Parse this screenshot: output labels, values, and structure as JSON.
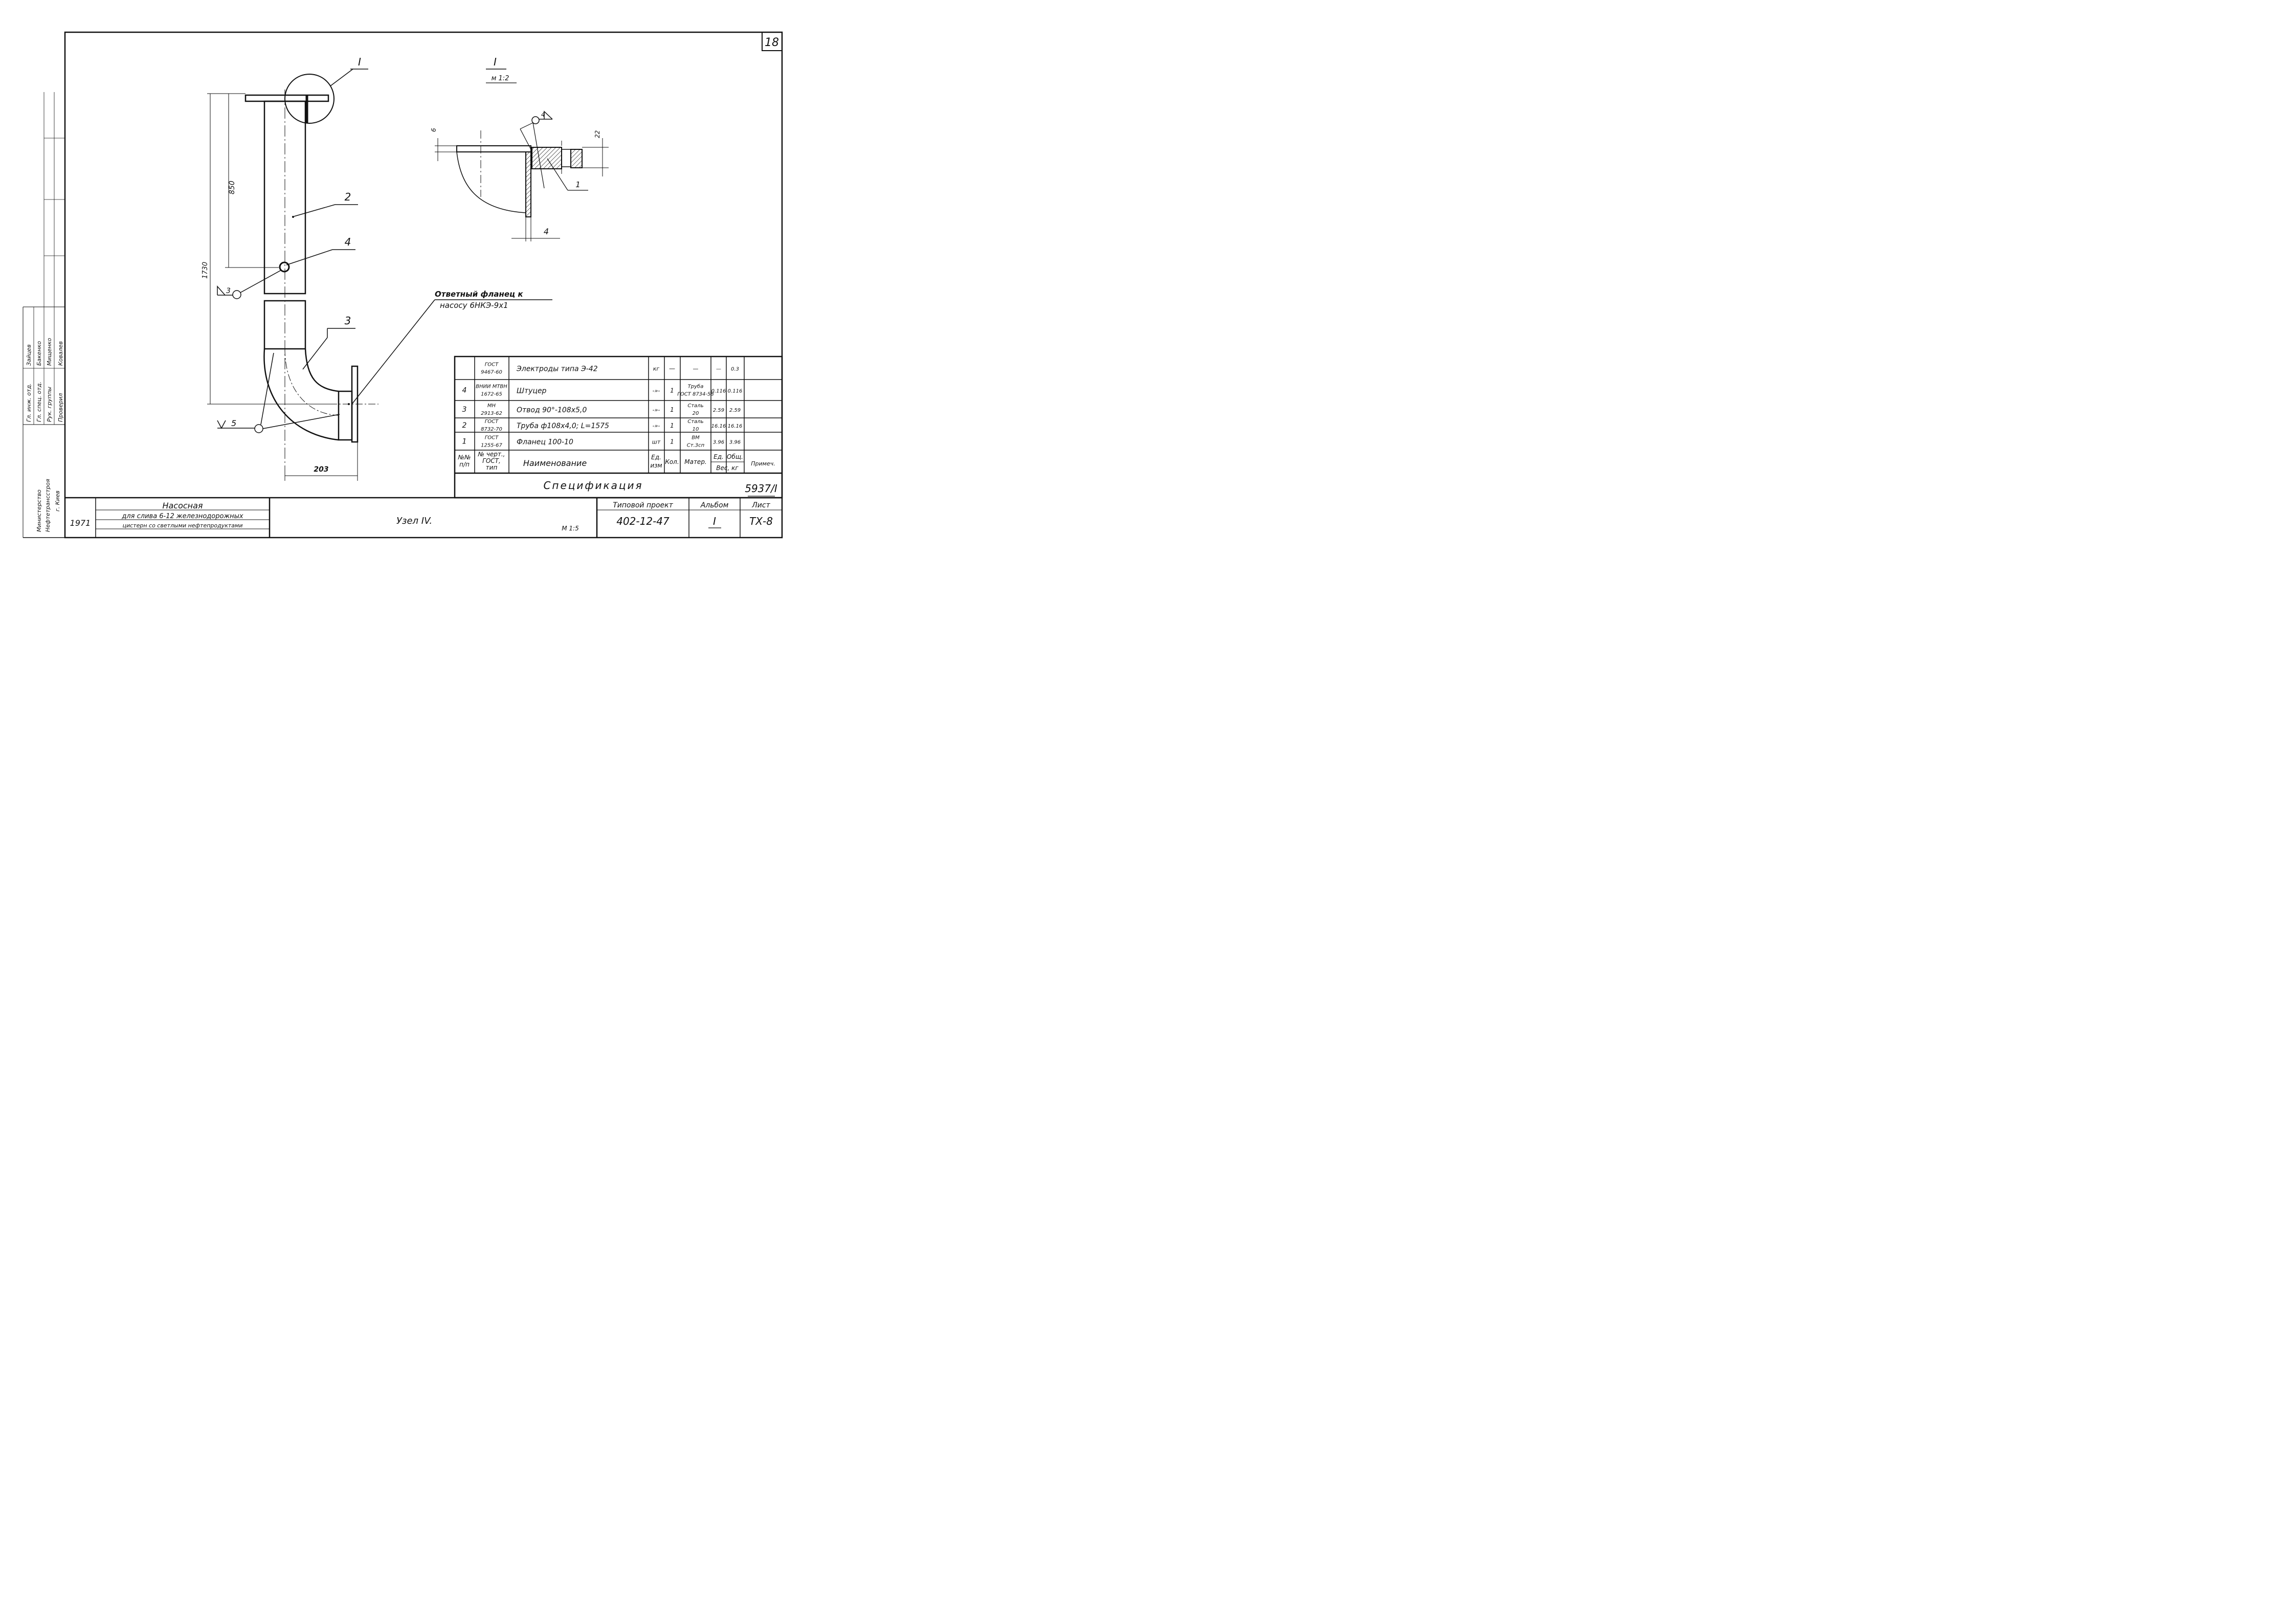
{
  "sheet_number": "18",
  "detail_callout": {
    "label": "I",
    "scale": "м 1:2"
  },
  "main_view": {
    "overall_dim": "1730",
    "upper_dim": "850",
    "width_dim": "203",
    "positions": [
      "2",
      "4",
      "3"
    ],
    "weld_top": "3",
    "weld_bottom": "5",
    "mating_flange_note": [
      "Ответный фланец к",
      "насосу 6НКЭ-9х1"
    ]
  },
  "detail_view": {
    "dim_thickness": "6",
    "dim_height": "22",
    "dim_bottom": "4",
    "weld_symbol": "4",
    "position": "1"
  },
  "spec_table": {
    "title": "Спецификация",
    "doc_code": "5937/I",
    "rows": [
      {
        "pos": "",
        "std": [
          "ГОСТ",
          "9467-60"
        ],
        "name": "Электроды типа Э-42",
        "unit": "кг",
        "qty": "—",
        "material": [
          "—"
        ],
        "mass_unit": "—",
        "mass_total": "0.3",
        "note": ""
      },
      {
        "pos": "4",
        "std": [
          "ВНИИ МТВН",
          "1672-65"
        ],
        "name": "Штуцер",
        "unit": "-»-",
        "qty": "1",
        "material": [
          "Труба",
          "ГОСТ 8734-58"
        ],
        "mass_unit": "0.116",
        "mass_total": "0.116",
        "note": ""
      },
      {
        "pos": "3",
        "std": [
          "МН",
          "2913-62"
        ],
        "name": "Отвод 90°-108х5,0",
        "unit": "-»-",
        "qty": "1",
        "material": [
          "Сталь",
          "20"
        ],
        "mass_unit": "2.59",
        "mass_total": "2.59",
        "note": ""
      },
      {
        "pos": "2",
        "std": [
          "ГОСТ",
          "8732-70"
        ],
        "name": "Труба ф108х4,0; L=1575",
        "unit": "-»-",
        "qty": "1",
        "material": [
          "Сталь",
          "10"
        ],
        "mass_unit": "16.16",
        "mass_total": "16.16",
        "note": ""
      },
      {
        "pos": "1",
        "std": [
          "ГОСТ",
          "1255-67"
        ],
        "name": "Фланец 100-10",
        "unit": "шт",
        "qty": "1",
        "material": [
          "ВМ",
          "Ст.3сп"
        ],
        "mass_unit": "3.96",
        "mass_total": "3.96",
        "note": ""
      }
    ],
    "header": {
      "pos": [
        "№№",
        "п/п"
      ],
      "std": [
        "№ черт.,",
        "ГОСТ,",
        "тип"
      ],
      "name": "Наименование",
      "unit": [
        "Ед.",
        "изм"
      ],
      "qty": "Кол.",
      "material": "Матер.",
      "mass_unit": "Ед.",
      "mass_total": "Общ.",
      "mass_label": "Вес, кг",
      "note": "Примеч."
    }
  },
  "title_block": {
    "year": "1971",
    "subject": [
      "Насосная",
      "для слива 6-12 железнодорожных",
      "цистерн со светлыми нефтепродуктами"
    ],
    "drawing_title": "Узел IV.",
    "scale": "М 1:5",
    "project_label": "Типовой проект",
    "project_number": "402-12-47",
    "album_label": "Альбом",
    "album": "I",
    "sheet_label": "Лист",
    "sheet": "ТХ-8"
  },
  "side_stamp": {
    "org": [
      "Министерство",
      "Нефтетрансстроя",
      "г. Киев"
    ],
    "roles": [
      "Гл. инж. отд.",
      "Гл. спец. отд.",
      "Рук. группы",
      "Проверил"
    ],
    "names": [
      "Зайцев",
      "Бакенко",
      "Мищенко",
      "Ковалев"
    ]
  }
}
